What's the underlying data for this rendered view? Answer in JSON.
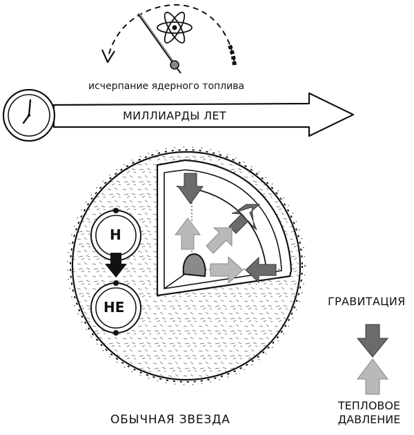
{
  "labels": {
    "fuel_exhaustion": "исчерпание ядерного топлива",
    "timeline": "МИЛЛИАРДЫ ЛЕТ",
    "star_caption": "ОБЫЧНАЯ ЗВЕЗДА",
    "gravity": "ГРАВИТАЦИЯ",
    "thermal_line1": "ТЕПЛОВОЕ",
    "thermal_line2": "ДАВЛЕНИЕ"
  },
  "atoms": {
    "hydrogen": "H",
    "helium": "HE"
  },
  "icons": {
    "clock": "clock-icon",
    "atom": "atom-icon",
    "timeline_arrow": "arrow-right-icon",
    "gravity_arrow": "arrow-down-icon",
    "pressure_arrow": "arrow-up-icon"
  },
  "colors": {
    "gravity": "#6b6b6b",
    "thermal_pressure": "#b9b9b9",
    "ink": "#111111",
    "core": "#8a8a8a"
  }
}
